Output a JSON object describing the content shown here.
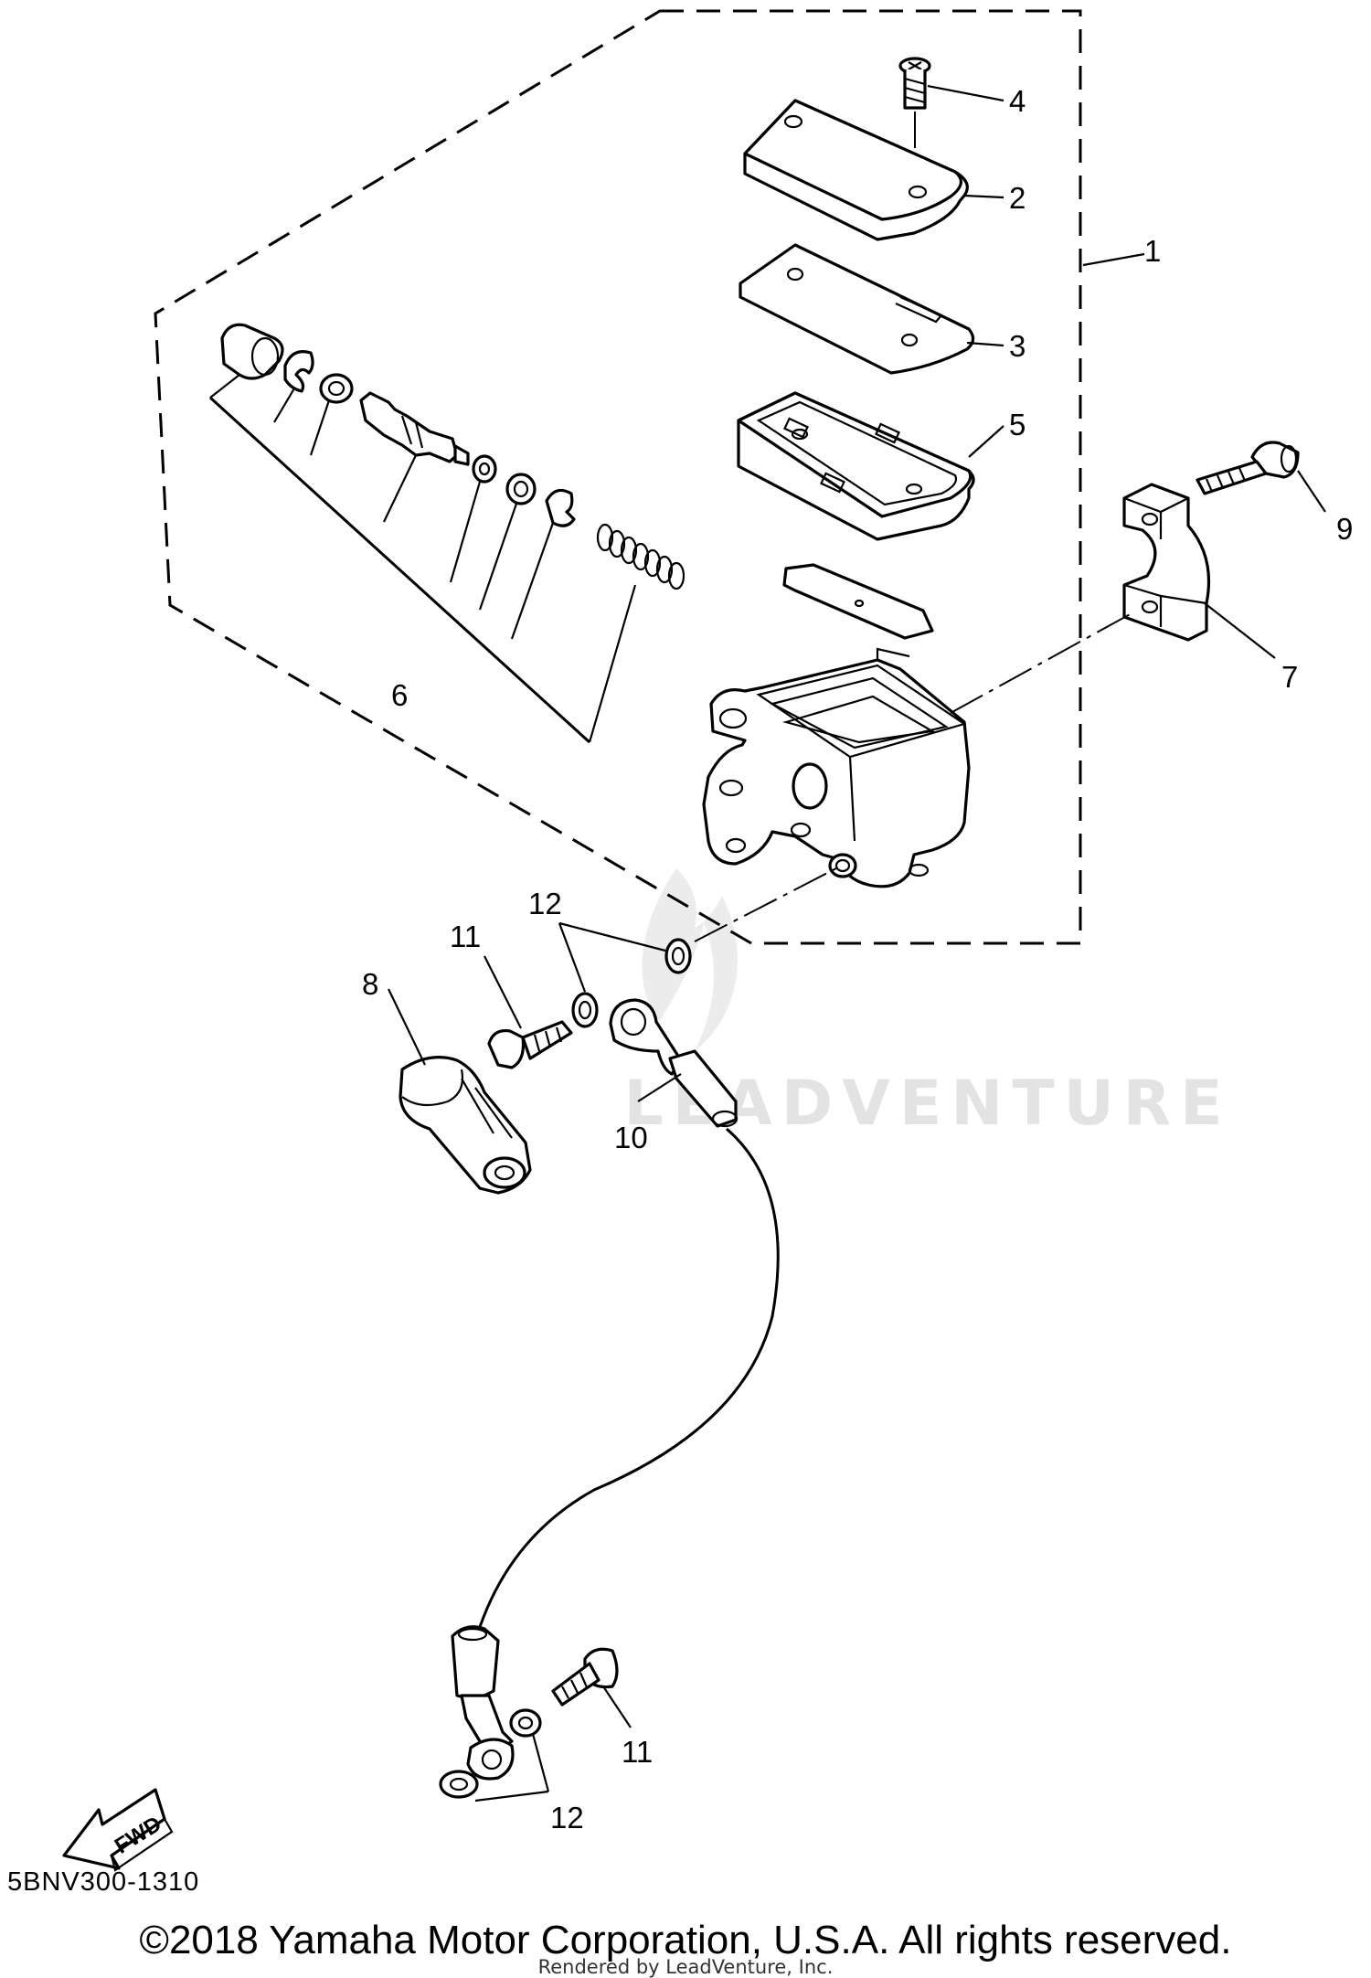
{
  "diagram": {
    "code": "5BNV300-1310",
    "copyright": "©2018 Yamaha Motor Corporation, U.S.A. All rights reserved.",
    "rendered_by": "Rendered by LeadVenture, Inc.",
    "watermark": "LEADVENTURE",
    "fwd_label": "FWD",
    "callouts": {
      "c1": "1",
      "c2": "2",
      "c3": "3",
      "c4": "4",
      "c5": "5",
      "c6": "6",
      "c7": "7",
      "c8": "8",
      "c9": "9",
      "c10": "10",
      "c11a": "11",
      "c11b": "11",
      "c12a": "12",
      "c12b": "12"
    },
    "colors": {
      "ink": "#000000",
      "paper": "#ffffff",
      "watermark": "#e3e3e3"
    }
  }
}
